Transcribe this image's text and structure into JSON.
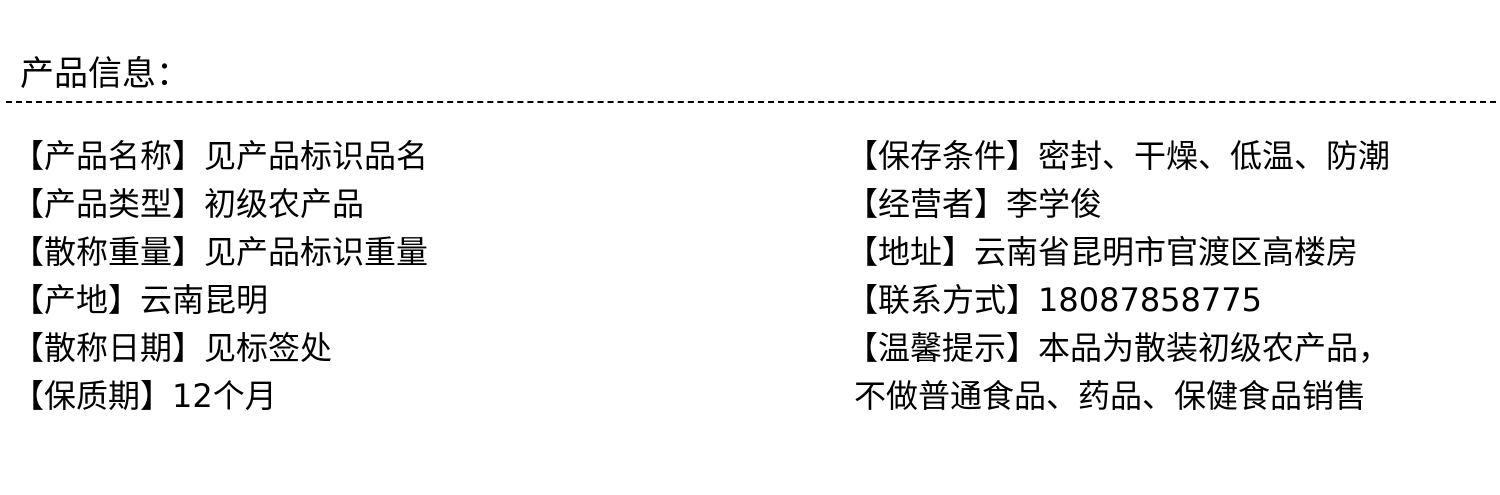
{
  "section_title": "产品信息：",
  "left": [
    {
      "label": "【产品名称】",
      "value": "见产品标识品名"
    },
    {
      "label": "【产品类型】",
      "value": "初级农产品"
    },
    {
      "label": "【散称重量】",
      "value": "见产品标识重量"
    },
    {
      "label": "【产地】",
      "value": "云南昆明"
    },
    {
      "label": "【散称日期】",
      "value": "见标签处"
    },
    {
      "label": "【保质期】",
      "value": "12个月"
    }
  ],
  "right": [
    {
      "label": "【保存条件】",
      "value": "密封、干燥、低温、防潮"
    },
    {
      "label": "【经营者】",
      "value": "李学俊"
    },
    {
      "label": "【地址】",
      "value": "云南省昆明市官渡区高楼房"
    },
    {
      "label": "【联系方式】",
      "value": "18087858775"
    },
    {
      "label": "【温馨提示】",
      "value": "本品为散装初级农产品，"
    },
    {
      "label": "",
      "value": "不做普通食品、药品、保健食品销售"
    }
  ]
}
